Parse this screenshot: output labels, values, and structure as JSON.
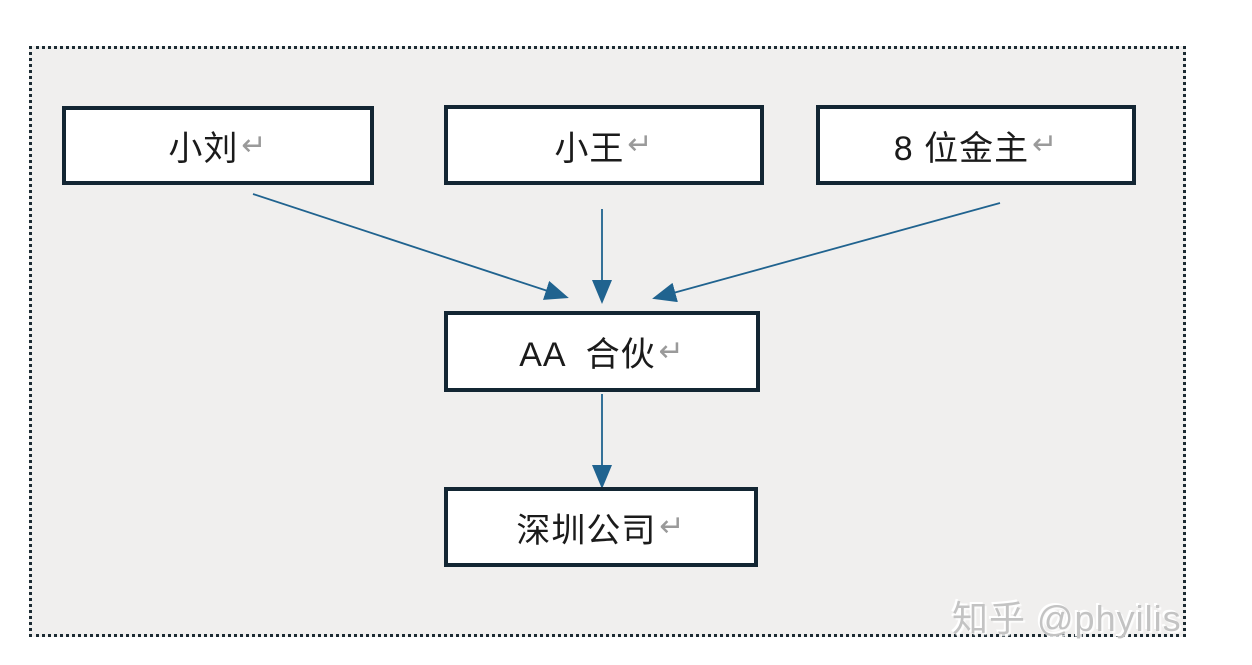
{
  "canvas": {
    "background_color": "#ffffff",
    "frame_background_color": "#f0efee",
    "frame_border_color": "#1c2b33",
    "box_border_color": "#132633",
    "arrow_color": "#20638f",
    "return_mark_color": "#9a9a9a",
    "return_mark_glyph": "↵"
  },
  "diagram": {
    "type": "flowchart",
    "nodes": [
      {
        "id": "liu",
        "label": "小刘",
        "return_mark": "↵"
      },
      {
        "id": "wang",
        "label": "小王",
        "return_mark": "↵"
      },
      {
        "id": "sponsors",
        "label": "8 位金主",
        "return_mark": "↵"
      },
      {
        "id": "aa",
        "label": "AA  合伙",
        "return_mark": "↵"
      },
      {
        "id": "shenzhen",
        "label": "深圳公司",
        "return_mark": "↵"
      }
    ],
    "edges": [
      {
        "from": "liu",
        "to": "aa"
      },
      {
        "from": "wang",
        "to": "aa"
      },
      {
        "from": "sponsors",
        "to": "aa"
      },
      {
        "from": "aa",
        "to": "shenzhen"
      }
    ]
  },
  "watermark": {
    "text": "知乎 @phyilis"
  }
}
